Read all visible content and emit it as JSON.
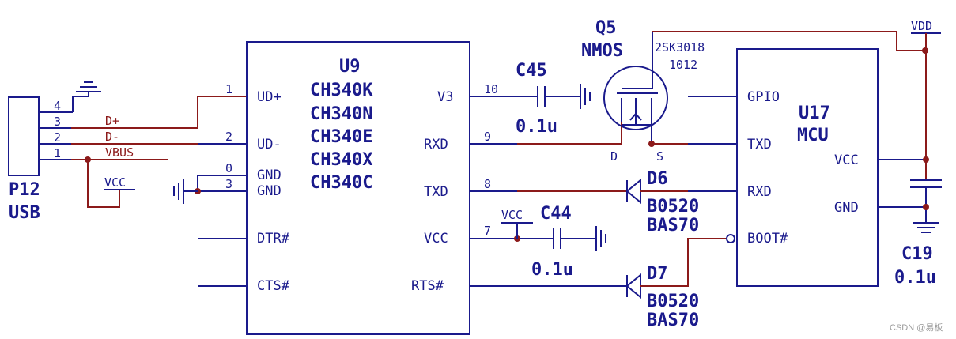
{
  "colors": {
    "wire": "#1a1a8c",
    "net": "#8c1a1a",
    "background": "#ffffff"
  },
  "usb": {
    "ref": "P12",
    "name": "USB",
    "pins": [
      "4",
      "3",
      "2",
      "1"
    ],
    "nets": [
      "D+",
      "D-",
      "VBUS"
    ],
    "vcc_label": "VCC"
  },
  "u9": {
    "ref": "U9",
    "parts": [
      "CH340K",
      "CH340N",
      "CH340E",
      "CH340X",
      "CH340C"
    ],
    "left_pins": [
      {
        "num": "1",
        "name": "UD+"
      },
      {
        "num": "2",
        "name": "UD-"
      },
      {
        "num": "0",
        "name": "GND"
      },
      {
        "num": "3",
        "name": "GND"
      },
      {
        "num": "",
        "name": "DTR#"
      },
      {
        "num": "",
        "name": "CTS#"
      }
    ],
    "right_pins": [
      {
        "num": "10",
        "name": "V3"
      },
      {
        "num": "9",
        "name": "RXD"
      },
      {
        "num": "8",
        "name": "TXD"
      },
      {
        "num": "7",
        "name": "VCC"
      },
      {
        "num": "",
        "name": "RTS#"
      }
    ]
  },
  "c45": {
    "ref": "C45",
    "value": "0.1u"
  },
  "c44": {
    "ref": "C44",
    "value": "0.1u",
    "vcc_label": "VCC"
  },
  "q5": {
    "ref": "Q5",
    "type": "NMOS",
    "part": "2SK3018",
    "code": "1012",
    "drain": "D",
    "source": "S"
  },
  "d6": {
    "ref": "D6",
    "part1": "B0520",
    "part2": "BAS70"
  },
  "d7": {
    "ref": "D7",
    "part1": "B0520",
    "part2": "BAS70"
  },
  "u17": {
    "ref": "U17",
    "name": "MCU",
    "left_pins": [
      "GPIO",
      "TXD",
      "RXD",
      "BOOT#"
    ],
    "right_pins": [
      "VCC",
      "GND"
    ]
  },
  "vdd": {
    "label": "VDD"
  },
  "c19": {
    "ref": "C19",
    "value": "0.1u"
  },
  "watermark": "CSDN @易板"
}
